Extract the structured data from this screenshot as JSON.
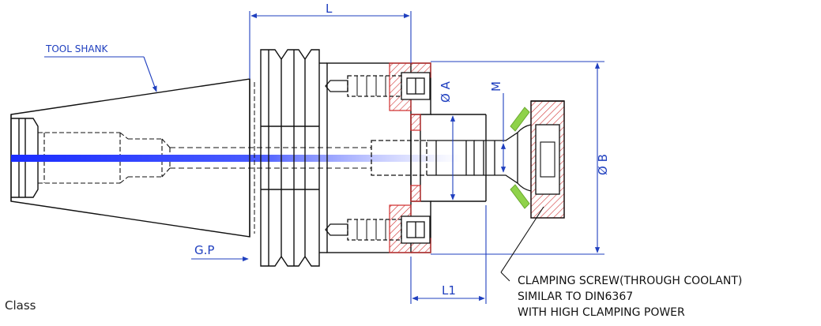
{
  "labels": {
    "tool_shank": "TOOL SHANK",
    "dim_L": "L",
    "dim_L1": "L1",
    "dim_gp": "G.P",
    "dim_dia_A": "Ø A",
    "dim_dia_B": "Ø B",
    "dim_M": "M",
    "note_line1": "CLAMPING SCREW(THROUGH COOLANT)",
    "note_line2": "SIMILAR TO DIN6367",
    "note_line3": "WITH HIGH CLAMPING POWER",
    "class_label": "Class"
  },
  "colors": {
    "outline": "#111111",
    "dimension": "#1f3fbf",
    "coolant": "#1a2cff",
    "hatch": "#d03030",
    "accent": "#8fd24a"
  }
}
